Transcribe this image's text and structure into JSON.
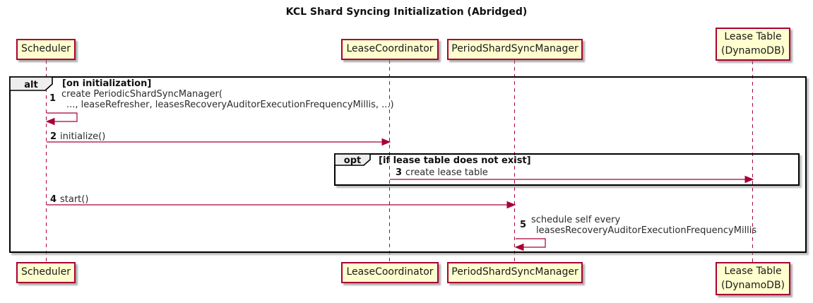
{
  "title": "KCL Shard Syncing Initialization (Abridged)",
  "participants": {
    "scheduler": "Scheduler",
    "lease_coordinator": "LeaseCoordinator",
    "period_shard_sync_manager": "PeriodShardSyncManager",
    "lease_table_line1": "Lease Table",
    "lease_table_line2": "(DynamoDB)"
  },
  "frames": {
    "alt": {
      "label": "alt",
      "condition": "[on initialization]"
    },
    "opt": {
      "label": "opt",
      "condition": "[if lease table does not exist]"
    }
  },
  "messages": {
    "m1": {
      "num": "1",
      "line1": "create PeriodicShardSyncManager(",
      "line2": "..., leaseRefresher, leasesRecoveryAuditorExecutionFrequencyMillis, ...)"
    },
    "m2": {
      "num": "2",
      "text": "initialize()"
    },
    "m3": {
      "num": "3",
      "text": "create lease table"
    },
    "m4": {
      "num": "4",
      "text": "start()"
    },
    "m5": {
      "num": "5",
      "line1": "schedule self every",
      "line2": "leasesRecoveryAuditorExecutionFrequencyMillis"
    }
  },
  "colors": {
    "participant_fill": "#FEFECE",
    "participant_border": "#A80036",
    "lifeline": "#A80036",
    "arrow": "#A80036",
    "frame_border": "#000000",
    "frame_label_fill": "#EEEEEE"
  }
}
